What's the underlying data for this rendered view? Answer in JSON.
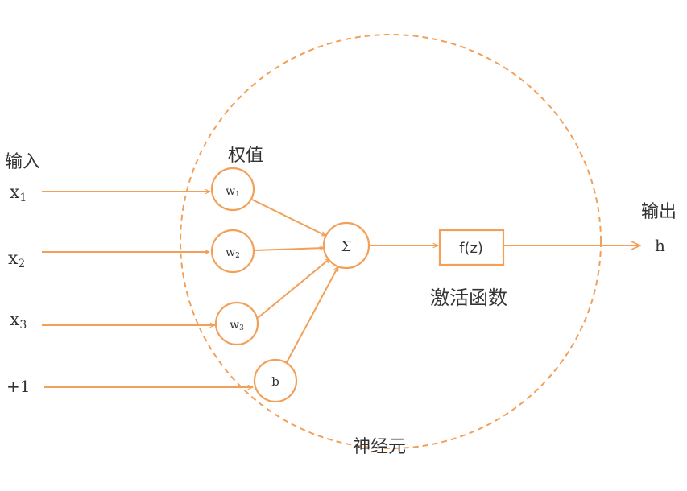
{
  "labels": {
    "input": "输入",
    "weights": "权值",
    "activation_function": "激活函数",
    "output": "输出",
    "neuron": "神经元"
  },
  "inputs": [
    {
      "name": "x",
      "sub": "1"
    },
    {
      "name": "x",
      "sub": "2"
    },
    {
      "name": "x",
      "sub": "3"
    },
    {
      "name": "+1",
      "sub": ""
    }
  ],
  "weights": [
    {
      "name": "w",
      "sub": "1"
    },
    {
      "name": "w",
      "sub": "2"
    },
    {
      "name": "w",
      "sub": "3"
    }
  ],
  "bias": "b",
  "sum_symbol": "Σ",
  "activation": "f(z)",
  "output_symbol": "h",
  "colors": {
    "stroke": "#f2a058",
    "text": "#333333"
  }
}
